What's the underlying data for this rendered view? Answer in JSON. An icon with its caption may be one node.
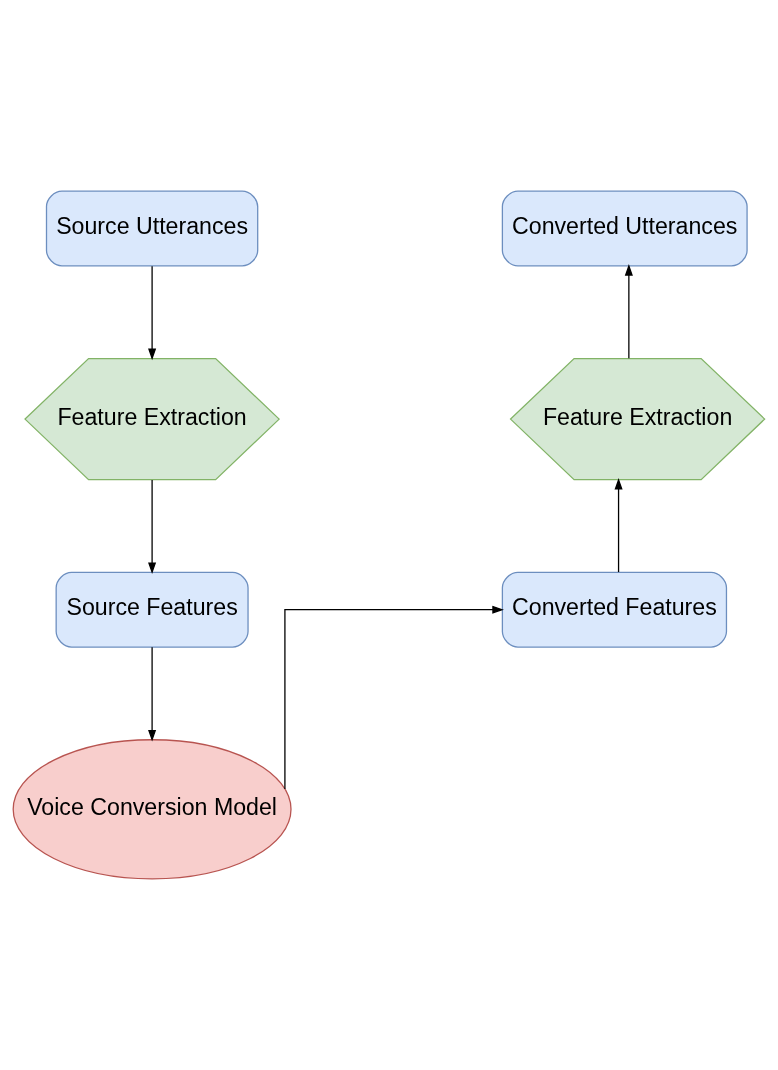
{
  "diagram": {
    "nodes": [
      {
        "text": [
          "Source Utterances"
        ]
      },
      {
        "text": [
          "Feature Extraction"
        ]
      },
      {
        "text": [
          "Source Features"
        ]
      },
      {
        "text": [
          "Voice Conversion Model"
        ]
      },
      {
        "text": [
          "Converted Features"
        ]
      },
      {
        "text": [
          "Feature Extraction"
        ]
      },
      {
        "text": [
          "Converted Utterances"
        ]
      }
    ],
    "edges": [
      {
        "from": 0,
        "to": 1,
        "arrow": "to"
      },
      {
        "from": 1,
        "to": 2,
        "arrow": "to"
      },
      {
        "from": 2,
        "to": 3,
        "arrow": "to"
      },
      {
        "from": 3,
        "to": 4,
        "arrow": "to"
      },
      {
        "from": 4,
        "to": 5,
        "arrow": "to"
      },
      {
        "from": 5,
        "to": 6,
        "arrow": "to"
      }
    ]
  }
}
